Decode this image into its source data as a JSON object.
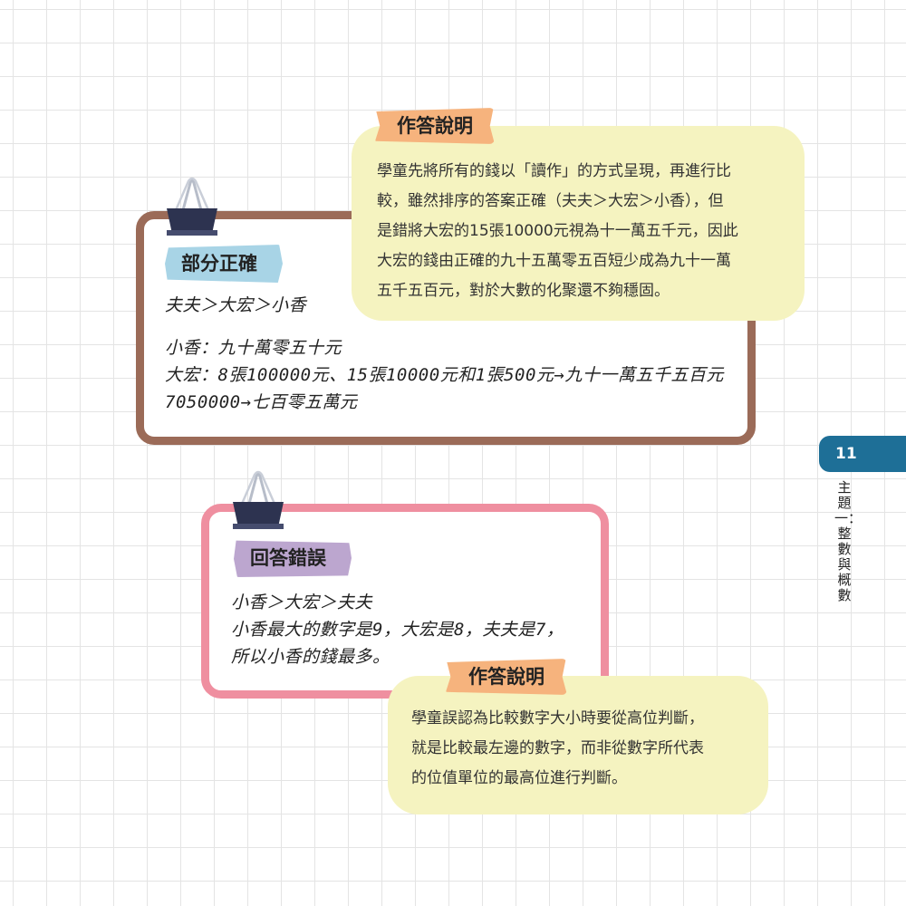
{
  "page": {
    "number": "11",
    "section_label": "主題一：整數與概數"
  },
  "card_partial": {
    "tag": "部分正確",
    "lines": [
      "夫夫＞大宏＞小香",
      "小香：九十萬零五十元",
      "大宏：8張100000元、15張10000元和1張500元→九十一萬五千五百元",
      "7050000→七百零五萬元"
    ]
  },
  "note_1": {
    "tag": "作答說明",
    "lines": [
      "學童先將所有的錢以「讀作」的方式呈現，再進行比",
      "較，雖然排序的答案正確（夫夫＞大宏＞小香），但",
      "是錯將大宏的15張10000元視為十一萬五千元，因此",
      "大宏的錢由正確的九十五萬零五百短少成為九十一萬",
      "五千五百元，對於大數的化聚還不夠穩固。"
    ]
  },
  "card_wrong": {
    "tag": "回答錯誤",
    "lines": [
      "小香＞大宏＞夫夫",
      "小香最大的數字是9，大宏是8，夫夫是7，",
      "所以小香的錢最多。"
    ]
  },
  "note_2": {
    "tag": "作答說明",
    "lines": [
      "學童誤認為比較數字大小時要從高位判斷，",
      "就是比較最左邊的數字，而非從數字所代表",
      "的位值單位的最高位進行判斷。"
    ]
  },
  "colors": {
    "card_partial_border": "#9b6b58",
    "card_wrong_border": "#ef8fa0",
    "note_bg": "#f5f3c0",
    "tag_partial": "#a8d4e6",
    "tag_wrong": "#bca6cf",
    "tag_explain": "#f6b37d",
    "side_tab": "#1e6f97"
  },
  "icons": {
    "binder_clip": "binder-clip-icon"
  }
}
